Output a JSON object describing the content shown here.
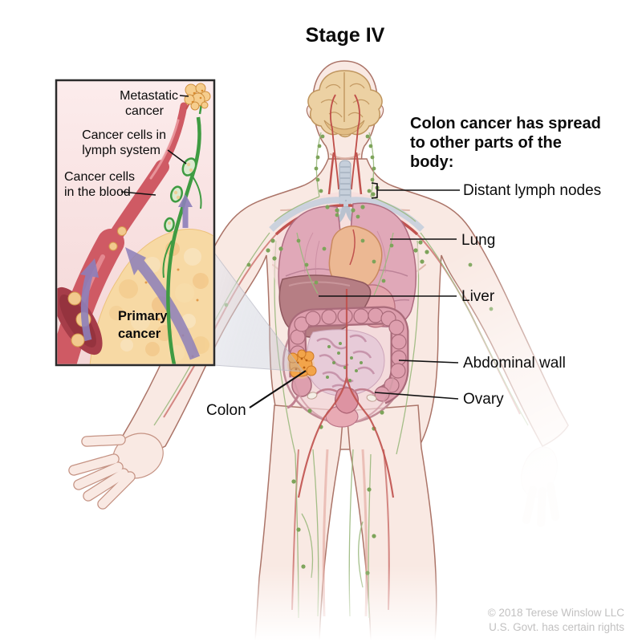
{
  "title": "Stage IV",
  "heading": {
    "line1": "Colon cancer has spread",
    "line2": "to other parts of the",
    "line3": "body:"
  },
  "body_labels": {
    "distant_lymph_nodes": "Distant lymph nodes",
    "lung": "Lung",
    "liver": "Liver",
    "abdominal_wall": "Abdominal wall",
    "ovary": "Ovary",
    "colon": "Colon"
  },
  "inset_labels": {
    "metastatic_line1": "Metastatic",
    "metastatic_line2": "cancer",
    "lymph_line1": "Cancer cells in",
    "lymph_line2": "lymph system",
    "blood_line1": "Cancer cells",
    "blood_line2": "in the blood",
    "primary_line1": "Primary",
    "primary_line2": "cancer"
  },
  "footer": {
    "line1": "© 2018 Terese Winslow LLC",
    "line2": "U.S. Govt. has certain rights"
  },
  "colors": {
    "tumor_orange": "#f2a44a",
    "arrow_purple": "#8d7fba",
    "lymph_green": "#7da45a",
    "artery_red": "#c0524e",
    "skin": "#f9e9e3",
    "lung_pink": "#e0a8b8",
    "liver_brown": "#b67e84",
    "beam_gray": "#c7c9d4",
    "copyright_gray": "#c2c1c1"
  }
}
